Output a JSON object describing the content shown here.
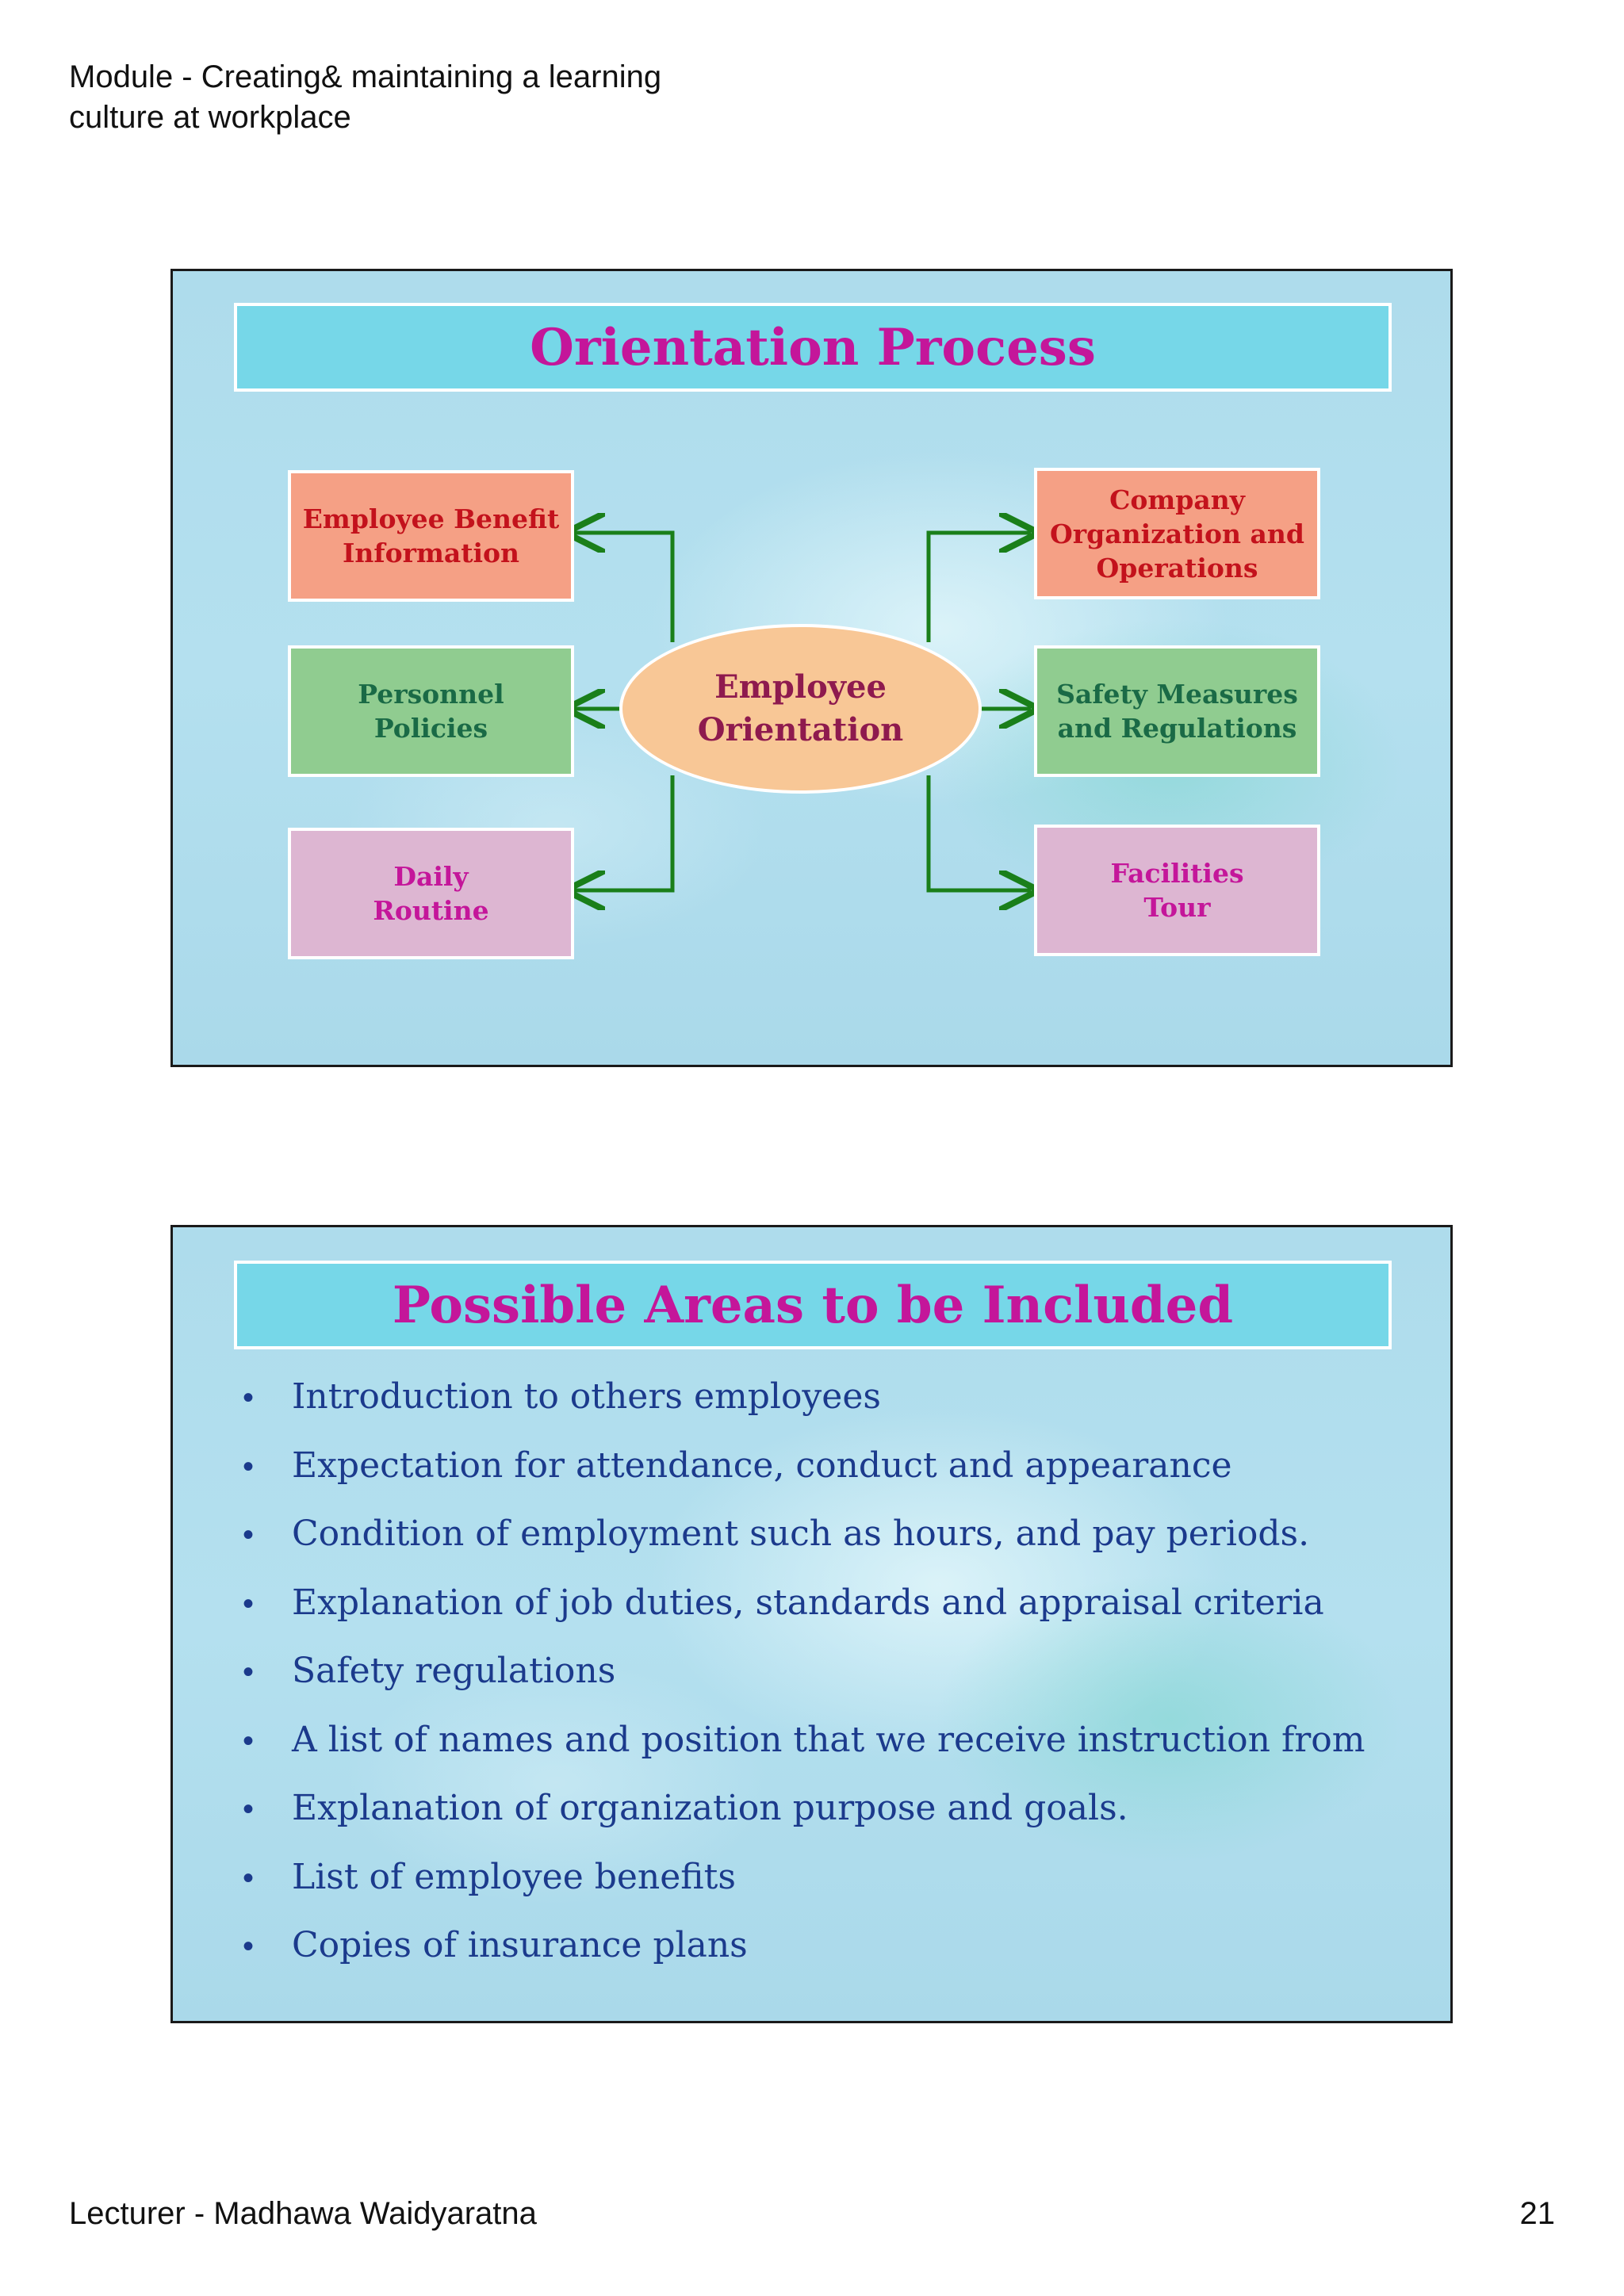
{
  "header": {
    "line1": "Module - Creating& maintaining a learning",
    "line2": "culture at workplace"
  },
  "slide1": {
    "title": "Orientation Process",
    "center": "Employee\nOrientation",
    "left_boxes": [
      {
        "label": "Employee Benefit\nInformation"
      },
      {
        "label": "Personnel\nPolicies"
      },
      {
        "label": "Daily\nRoutine"
      }
    ],
    "right_boxes": [
      {
        "label": "Company\nOrganization and\nOperations"
      },
      {
        "label": "Safety Measures\nand Regulations"
      },
      {
        "label": "Facilities\nTour"
      }
    ],
    "colors": {
      "title_text": "#c4169a",
      "title_bg": "#76d7e8",
      "connector": "#1a7f1a",
      "orange_box": "#f5a085",
      "green_box": "#90cc90",
      "pink_box": "#ddb6d2",
      "ellipse": "#f8c796"
    }
  },
  "slide2": {
    "title": "Possible Areas to be Included",
    "bullet_symbol": "•",
    "bullets": [
      "Introduction to others employees",
      "Expectation for attendance, conduct and appearance",
      "Condition of employment such as hours, and pay periods.",
      "Explanation of job duties, standards and appraisal criteria",
      "Safety regulations",
      "A list of names and position that we receive instruction from",
      "Explanation of organization purpose and goals.",
      "List of employee benefits",
      "Copies of insurance plans"
    ]
  },
  "footer": {
    "lecturer": "Lecturer - Madhawa Waidyaratna",
    "page_number": "21"
  }
}
